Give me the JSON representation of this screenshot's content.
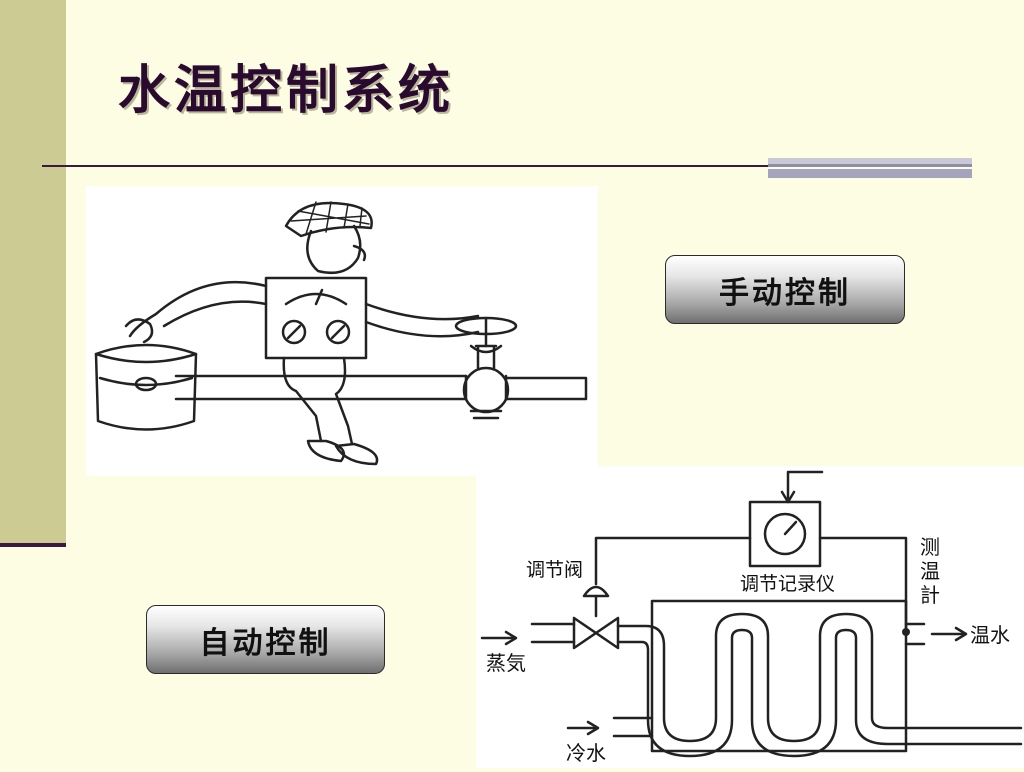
{
  "slide": {
    "title": "水温控制系统"
  },
  "buttons": {
    "manual_label": "手动控制",
    "auto_label": "自动控制"
  },
  "diagram": {
    "valve_label": "调节阀",
    "recorder_label": "调节记录仪",
    "thermometer_label": [
      "测",
      "温",
      "計"
    ],
    "steam_label": "蒸気",
    "cold_water_label": "冷水",
    "warm_water_label": "温水"
  },
  "colors": {
    "background": "#fdfde3",
    "side_bar": "#cdcb94",
    "title_text": "#2a0a2e",
    "rule": "#3a1a40"
  }
}
